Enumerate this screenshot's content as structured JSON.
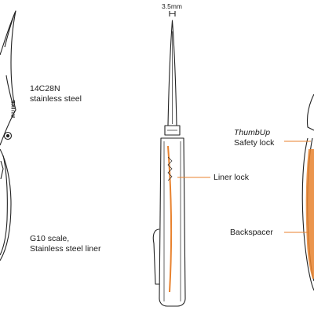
{
  "dimension": {
    "text": "3.5mm"
  },
  "brand": {
    "text": "RUIKE"
  },
  "labels": {
    "blade_steel": {
      "line1": "14C28N",
      "line2": "stainless steel"
    },
    "scale": {
      "line1": "G10 scale,",
      "line2": "Stainless steel liner"
    },
    "liner_lock": {
      "text": "Liner lock"
    },
    "thumbup": {
      "line1": "ThumbUp",
      "line2": "Safety lock"
    },
    "backspacer": {
      "text": "Backspacer"
    }
  },
  "colors": {
    "stroke": "#222222",
    "accent": "#e8822e",
    "leader": "#e8822e"
  }
}
